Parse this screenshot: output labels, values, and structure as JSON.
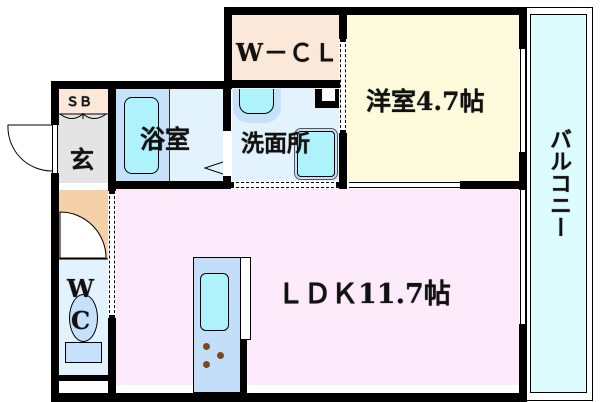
{
  "floorplan": {
    "rooms": {
      "walk_in_closet": {
        "label": "W-CL",
        "display": "W－ＣＬ",
        "color": "#fbe8d8"
      },
      "western_room": {
        "label": "洋室4.7帖",
        "type": "洋室",
        "size_jo": 4.7,
        "color": "#fdfbdc"
      },
      "balcony": {
        "label": "バルコニー",
        "color": "#dcfcfd"
      },
      "shoe_box": {
        "label": "SB",
        "display": "ＳＢ",
        "color": "#fbe8d8"
      },
      "entrance": {
        "label": "玄",
        "color": "#e4e4e4"
      },
      "bathroom": {
        "label": "浴室",
        "color": "#e3f3fd"
      },
      "washroom": {
        "label": "洗面所",
        "color": "#e3f3fd"
      },
      "ldk": {
        "label": "ＬＤＫ11.7帖",
        "type": "LDK",
        "size_jo": 11.7,
        "color": "#fdebfb"
      },
      "toilet": {
        "label_top": "W",
        "label_bottom": "C",
        "color": "#e3f3fd"
      },
      "storage": {
        "color": "#f5d0a8"
      }
    },
    "fixtures": {
      "bathtub": {
        "color": "#aef2fc"
      },
      "washbasin": {
        "color": "#aef2fc"
      },
      "washing_machine": {
        "color": "#aef2fc"
      },
      "kitchen_sink": {
        "color": "#aef2fc"
      },
      "kitchen_counter": {
        "color": "#c3def8"
      },
      "stove_burners": {
        "count": 3,
        "color": "#7a4a1c"
      }
    }
  }
}
